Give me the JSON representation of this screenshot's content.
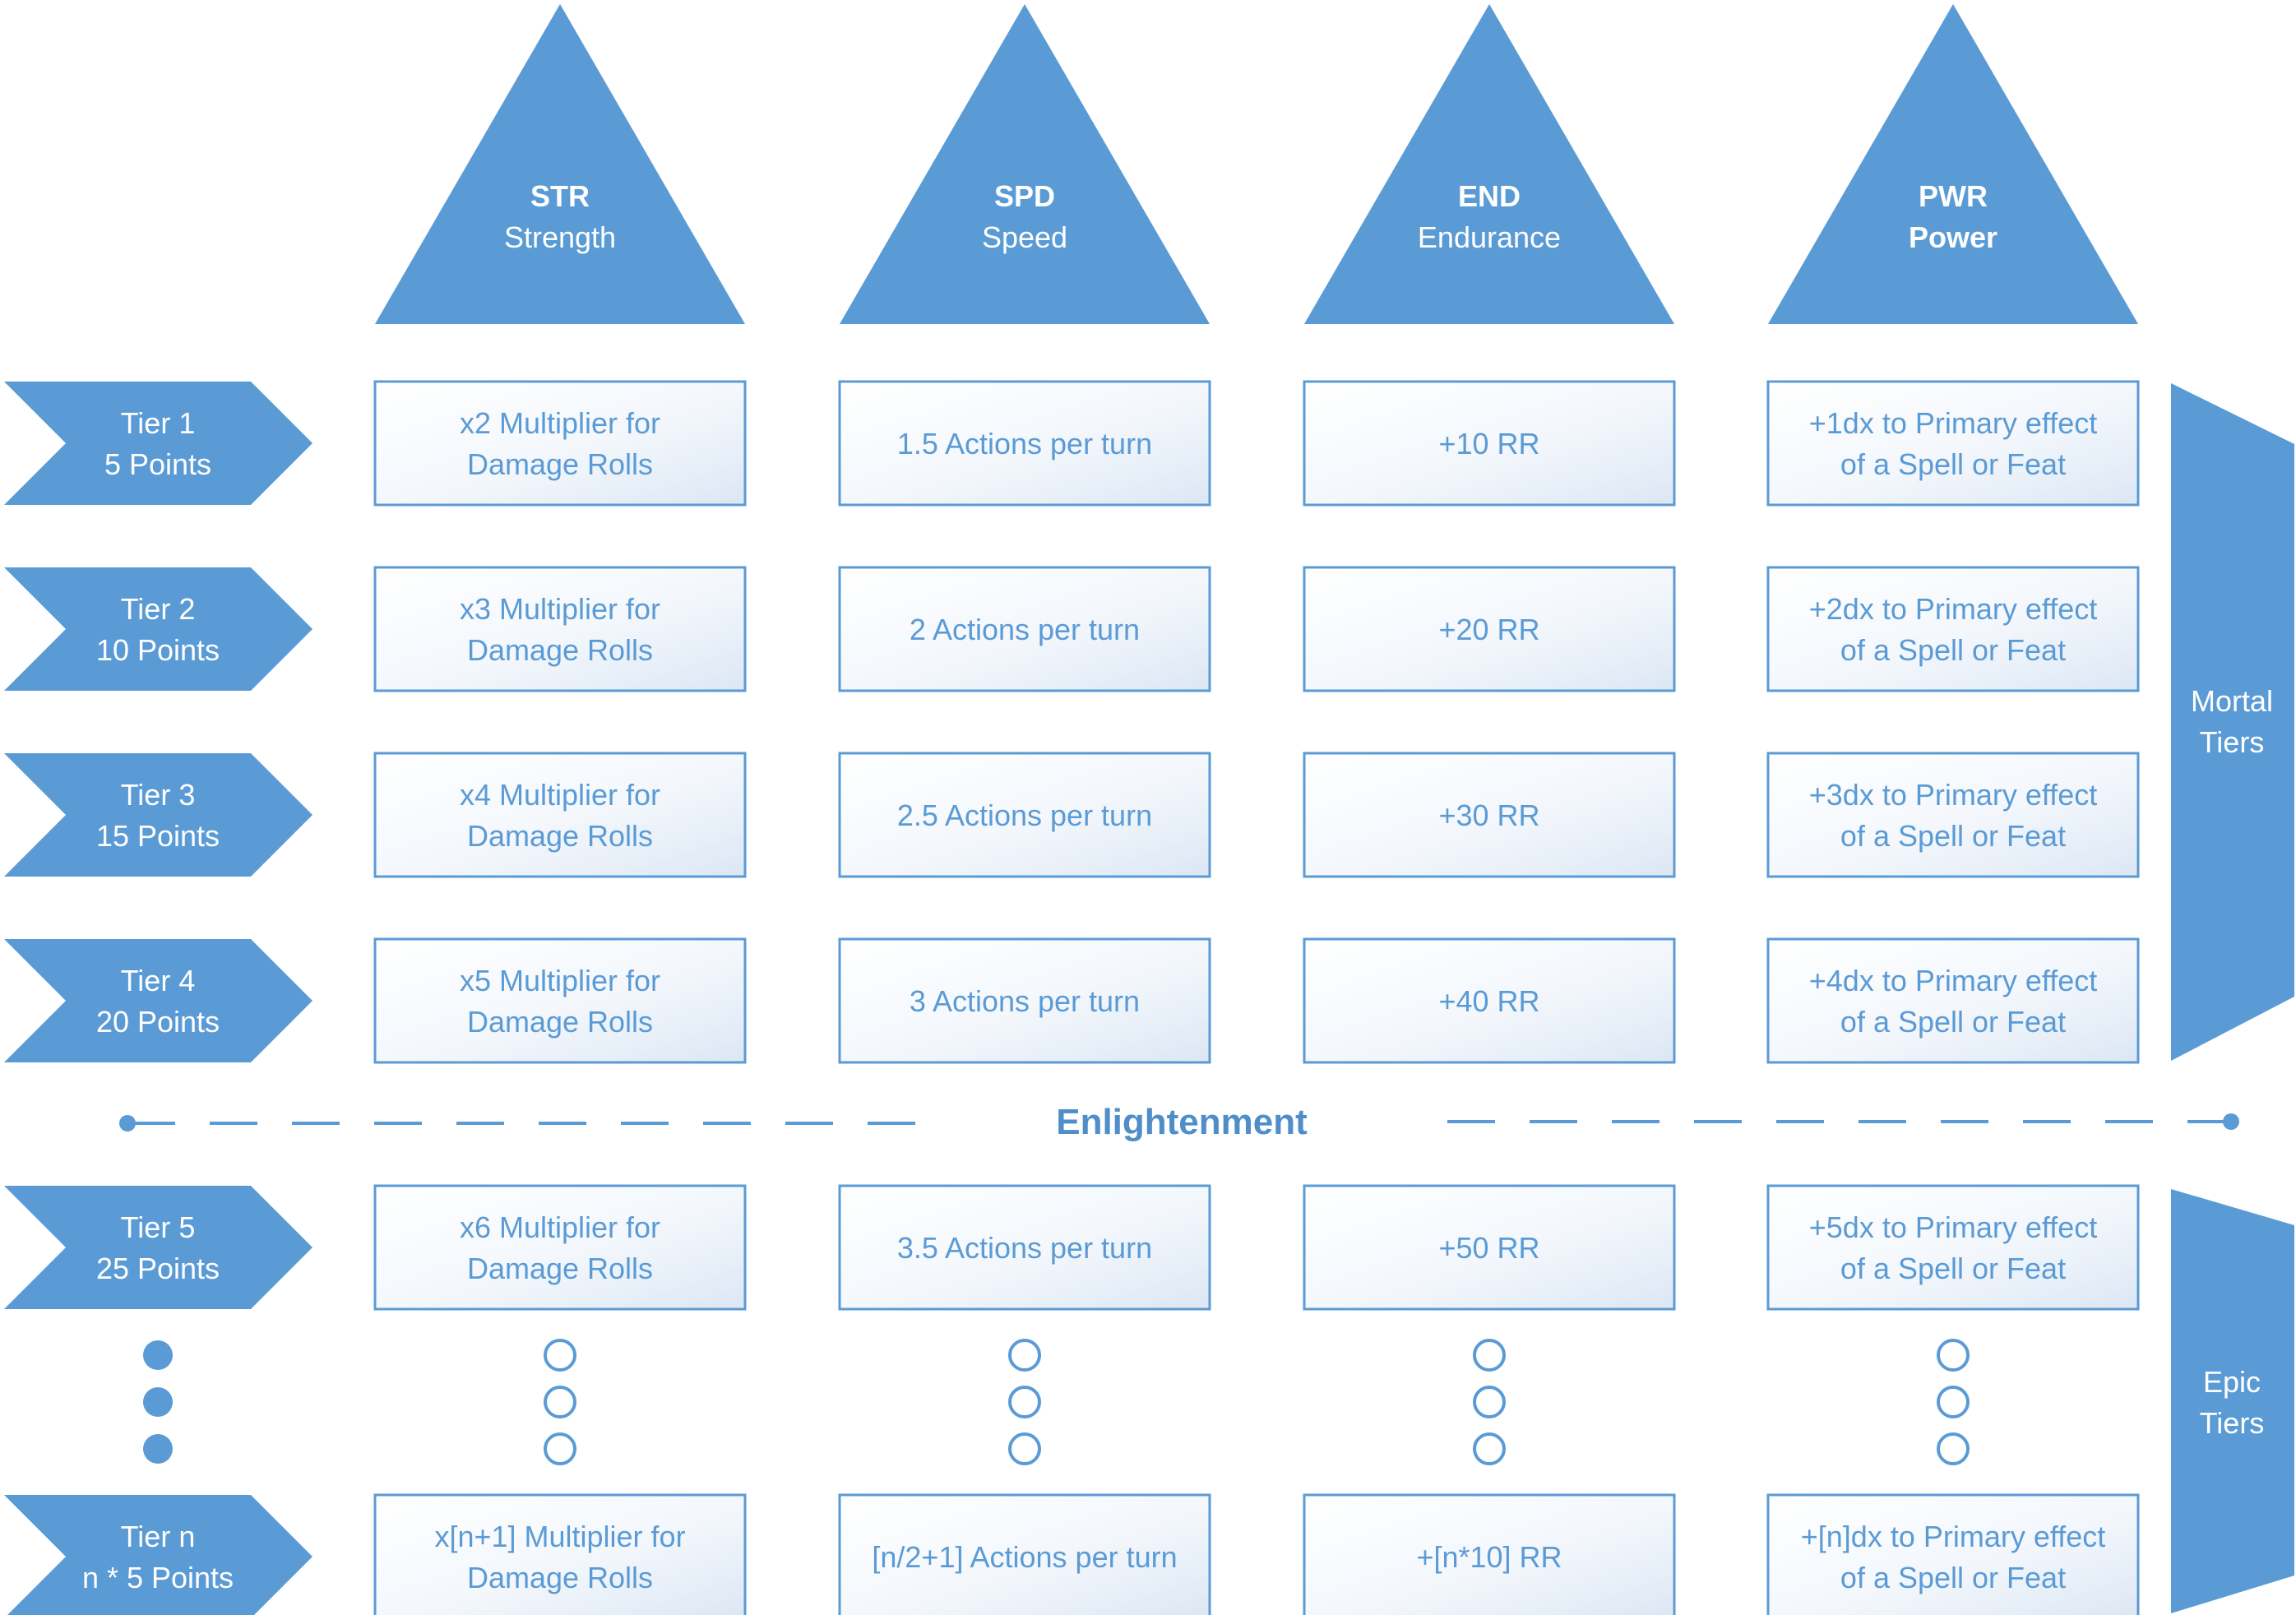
{
  "colors": {
    "accent": "#5b9bd5",
    "cell_border": "#5b9bd5",
    "cell_fill_top": "#ffffff",
    "cell_fill_bottom": "#dde8f5",
    "cell_text": "#5b9bd5",
    "shape_text": "#ffffff",
    "enlightenment_text": "#4f8ec9"
  },
  "stats": [
    {
      "abbr": "STR",
      "name": "Strength",
      "name_bold": false
    },
    {
      "abbr": "SPD",
      "name": "Speed",
      "name_bold": false
    },
    {
      "abbr": "END",
      "name": "Endurance",
      "name_bold": false
    },
    {
      "abbr": "PWR",
      "name": "Power",
      "name_bold": true
    }
  ],
  "tiers": [
    {
      "label": "Tier 1",
      "points": "5 Points",
      "cells": [
        [
          "x2 Multiplier for",
          "Damage Rolls"
        ],
        [
          "1.5 Actions per turn"
        ],
        [
          "+10 RR"
        ],
        [
          "+1dx to Primary effect",
          "of a Spell or Feat"
        ]
      ]
    },
    {
      "label": "Tier 2",
      "points": "10 Points",
      "cells": [
        [
          "x3 Multiplier for",
          "Damage Rolls"
        ],
        [
          "2 Actions per turn"
        ],
        [
          "+20 RR"
        ],
        [
          "+2dx to Primary effect",
          "of a Spell or Feat"
        ]
      ]
    },
    {
      "label": "Tier 3",
      "points": "15 Points",
      "cells": [
        [
          "x4 Multiplier for",
          "Damage Rolls"
        ],
        [
          "2.5 Actions per turn"
        ],
        [
          "+30 RR"
        ],
        [
          "+3dx to Primary effect",
          "of a Spell or Feat"
        ]
      ]
    },
    {
      "label": "Tier 4",
      "points": "20 Points",
      "cells": [
        [
          "x5 Multiplier for",
          "Damage Rolls"
        ],
        [
          "3 Actions per turn"
        ],
        [
          "+40 RR"
        ],
        [
          "+4dx to Primary effect",
          "of a Spell or Feat"
        ]
      ]
    },
    {
      "label": "Tier 5",
      "points": "25 Points",
      "cells": [
        [
          "x6 Multiplier for",
          "Damage Rolls"
        ],
        [
          "3.5 Actions per turn"
        ],
        [
          "+50 RR"
        ],
        [
          "+5dx to Primary effect",
          "of a Spell or Feat"
        ]
      ]
    },
    {
      "label": "Tier n",
      "points": "n * 5 Points",
      "cells": [
        [
          "x[n+1] Multiplier for",
          "Damage Rolls"
        ],
        [
          "[n/2+1] Actions per turn"
        ],
        [
          "+[n*10] RR"
        ],
        [
          "+[n]dx to Primary effect",
          "of a Spell or Feat"
        ]
      ]
    }
  ],
  "divider": {
    "label": "Enlightenment"
  },
  "groups": [
    {
      "lines": [
        "Mortal",
        "Tiers"
      ]
    },
    {
      "lines": [
        "Epic",
        "Tiers"
      ]
    }
  ]
}
